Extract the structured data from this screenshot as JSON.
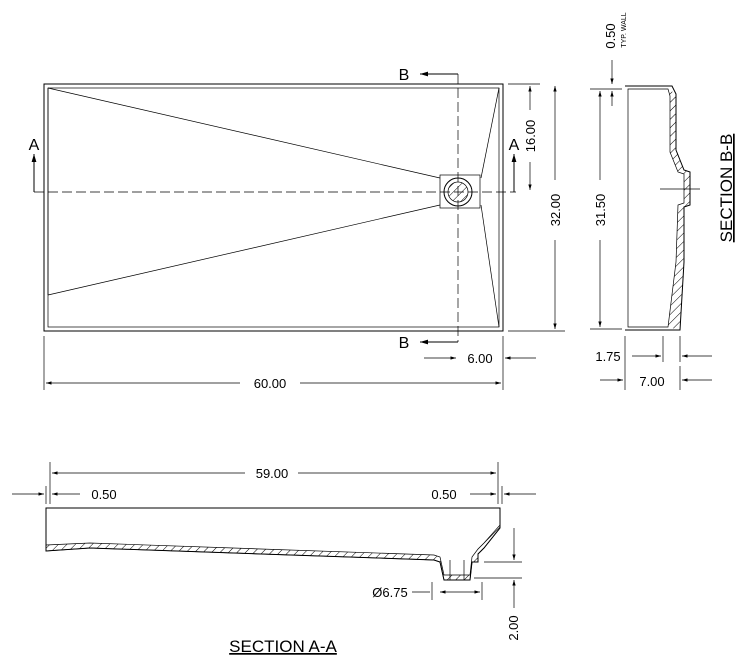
{
  "plan": {
    "cut_a": "A",
    "cut_b": "B",
    "dim_width": "60.00",
    "dim_height": "32.00",
    "dim_drain_y": "16.00",
    "dim_drain_x": "6.00"
  },
  "section_bb": {
    "title": "SECTION B-B",
    "dim_height": "31.50",
    "dim_wall": "0.50",
    "wall_note": "TYP. WALL",
    "dim_lip": "1.75",
    "dim_depth": "7.00"
  },
  "section_aa": {
    "title": "SECTION A-A",
    "dim_length": "59.00",
    "dim_left_wall": "0.50",
    "dim_right_wall": "0.50",
    "dim_drain_dia": "Ø6.75",
    "dim_drain_depth": "2.00"
  }
}
